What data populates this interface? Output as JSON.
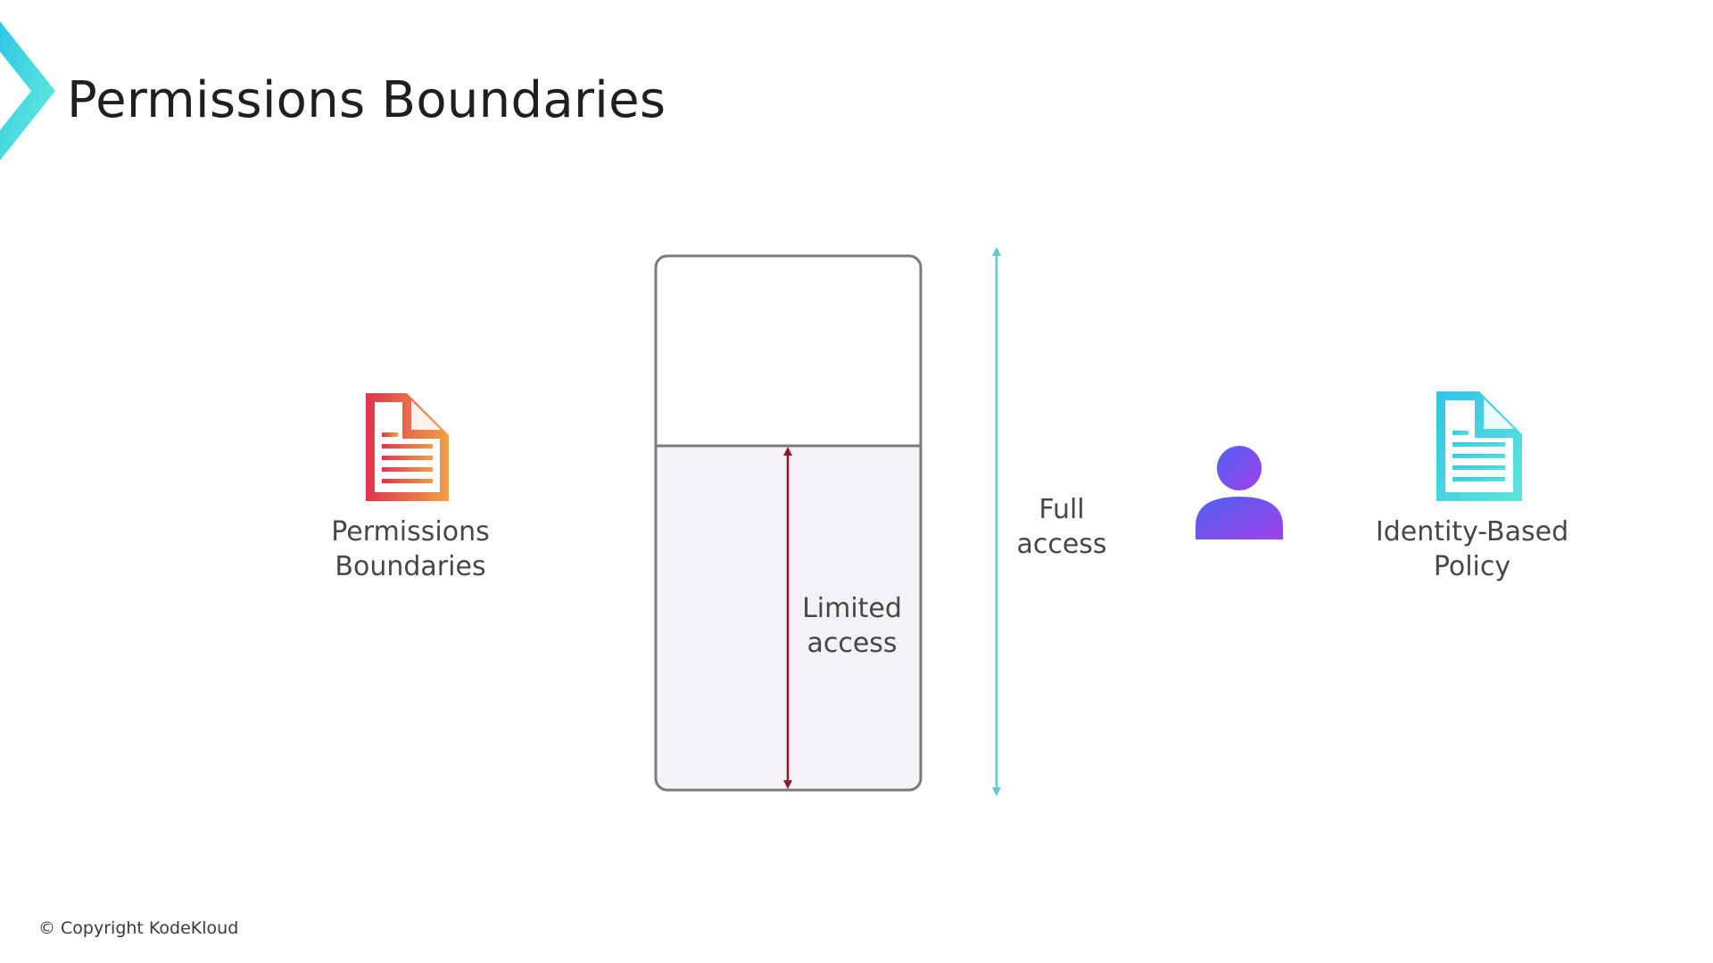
{
  "slide": {
    "title": "Permissions Boundaries",
    "footer": "© Copyright KodeKloud"
  },
  "diagram": {
    "permissions_boundary": {
      "label": "Permissions\nBoundaries",
      "icon": "document-icon",
      "color_start": "#e0344f",
      "color_end": "#f0a046"
    },
    "identity_policy": {
      "label": "Identity-Based\nPolicy",
      "icon": "document-icon",
      "color_start": "#2fc4ea",
      "color_end": "#5ee6d8"
    },
    "user": {
      "icon": "user-icon",
      "color_start": "#4f63f0",
      "color_end": "#a040ec"
    },
    "full_access": {
      "label": "Full\naccess",
      "color": "#5cc8d8"
    },
    "limited_access": {
      "label": "Limited\naccess",
      "color": "#8b1a2e"
    },
    "container": {
      "stroke": "#7a7a7a",
      "limited_fill": "#f4f1f7"
    }
  }
}
